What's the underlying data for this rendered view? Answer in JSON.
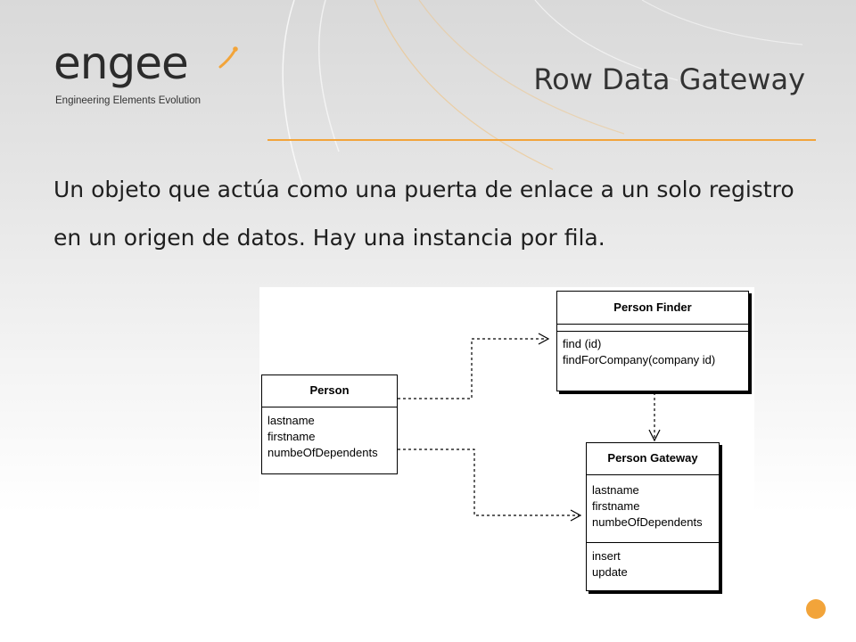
{
  "brand": {
    "name": "engee",
    "tagline": "Engineering Elements Evolution",
    "accent_color": "#f2a43a"
  },
  "slide": {
    "title": "Row Data Gateway",
    "body": "Un objeto que actúa como una puerta de enlace a un solo registro en un origen de datos. Hay una instancia por fila."
  },
  "diagram": {
    "person": {
      "name": "Person",
      "attributes": [
        "lastname",
        "firstname",
        "numbeOfDependents"
      ]
    },
    "person_finder": {
      "name": "Person Finder",
      "attributes": [],
      "operations": [
        "find (id)",
        "findForCompany(company id)"
      ]
    },
    "person_gateway": {
      "name": "Person Gateway",
      "attributes": [
        "lastname",
        "firstname",
        "numbeOfDependents"
      ],
      "operations": [
        "insert",
        "update"
      ]
    }
  }
}
